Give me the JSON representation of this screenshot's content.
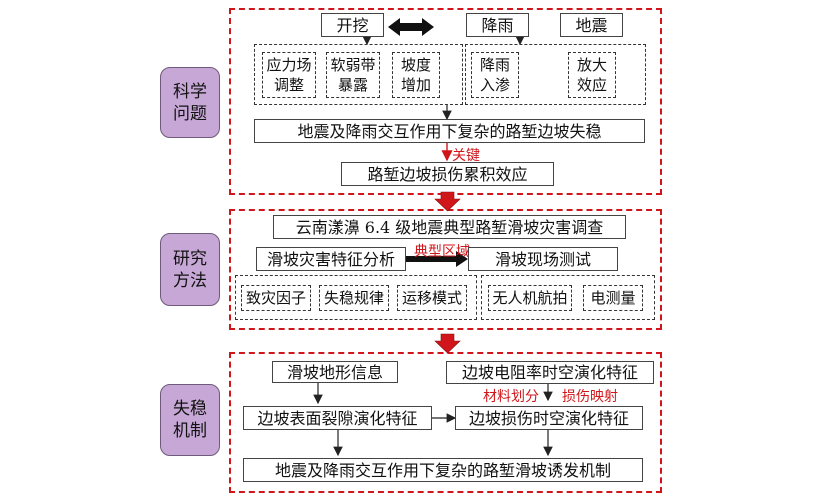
{
  "sections": {
    "problem": "科学\n问题",
    "method": "研究\n方法",
    "mechanism": "失稳\n机制"
  },
  "problem": {
    "excavation": "开挖",
    "rainfall": "降雨",
    "earthquake": "地震",
    "factors": [
      "应力场\n调整",
      "软弱带\n暴露",
      "坡度\n增加",
      "降雨\n入渗",
      "放大\n效应"
    ],
    "main": "地震及降雨交互作用下复杂的路堑边坡失稳",
    "key_label": "关键",
    "effect": "路堑边坡损伤累积效应"
  },
  "method": {
    "survey": "云南漾濞 6.4 级地震典型路堑滑坡灾害调查",
    "analysis": "滑坡灾害特征分析",
    "typical_label": "典型区域",
    "field_test": "滑坡现场测试",
    "left_items": [
      "致灾因子",
      "失稳规律",
      "运移模式"
    ],
    "right_items": [
      "无人机航拍",
      "电测量"
    ]
  },
  "mechanism": {
    "terrain": "滑坡地形信息",
    "resistivity": "边坡电阻率时空演化特征",
    "material_label": "材料划分",
    "damage_map_label": "损伤映射",
    "crack": "边坡表面裂隙演化特征",
    "damage": "边坡损伤时空演化特征",
    "result": "地震及降雨交互作用下复杂的路堑滑坡诱发机制"
  },
  "colors": {
    "accent_red": "#d0161b",
    "label_purple": "#c7a7d6"
  }
}
